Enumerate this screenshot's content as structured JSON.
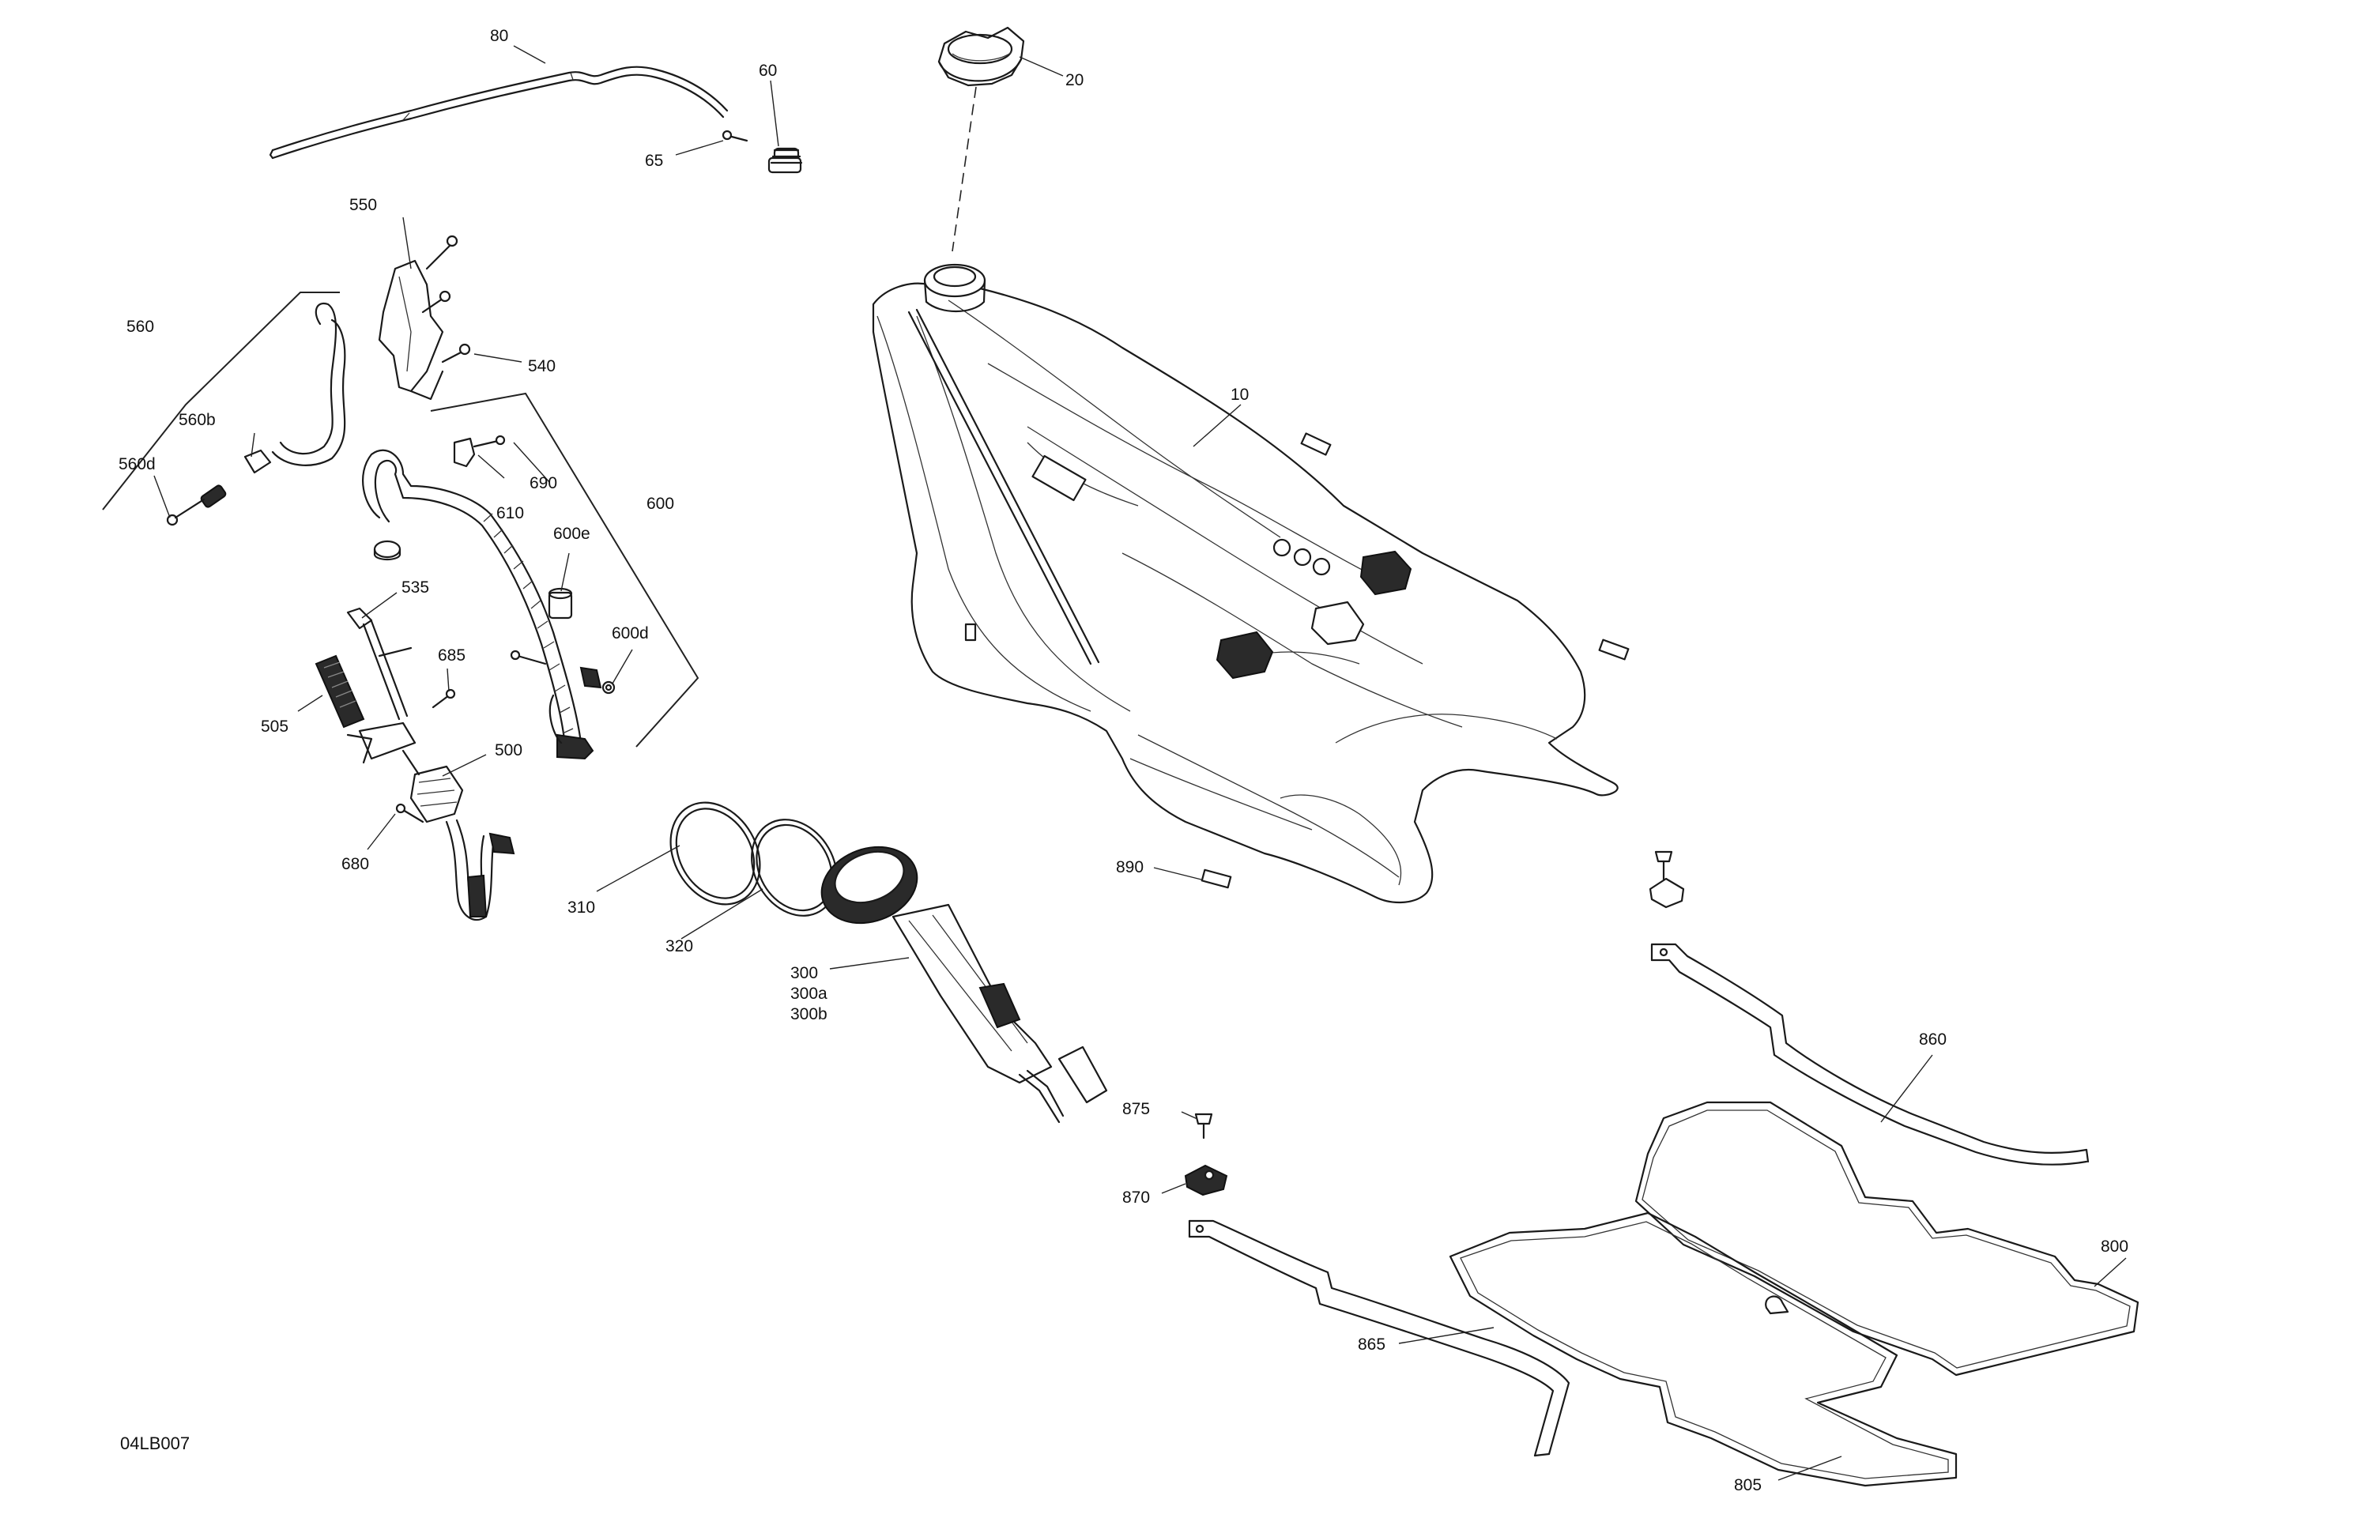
{
  "diagram": {
    "drawing_code": "04LB007",
    "callouts": {
      "c10": "10",
      "c20": "20",
      "c60": "60",
      "c65": "65",
      "c80": "80",
      "c300": "300",
      "c300a": "300a",
      "c300b": "300b",
      "c310": "310",
      "c320": "320",
      "c500": "500",
      "c505": "505",
      "c535": "535",
      "c540": "540",
      "c550": "550",
      "c560": "560",
      "c560b": "560b",
      "c560d": "560d",
      "c600": "600",
      "c600d": "600d",
      "c600e": "600e",
      "c610": "610",
      "c680": "680",
      "c685": "685",
      "c690": "690",
      "c800": "800",
      "c805": "805",
      "c860": "860",
      "c865": "865",
      "c870": "870",
      "c875": "875",
      "c890": "890"
    }
  }
}
